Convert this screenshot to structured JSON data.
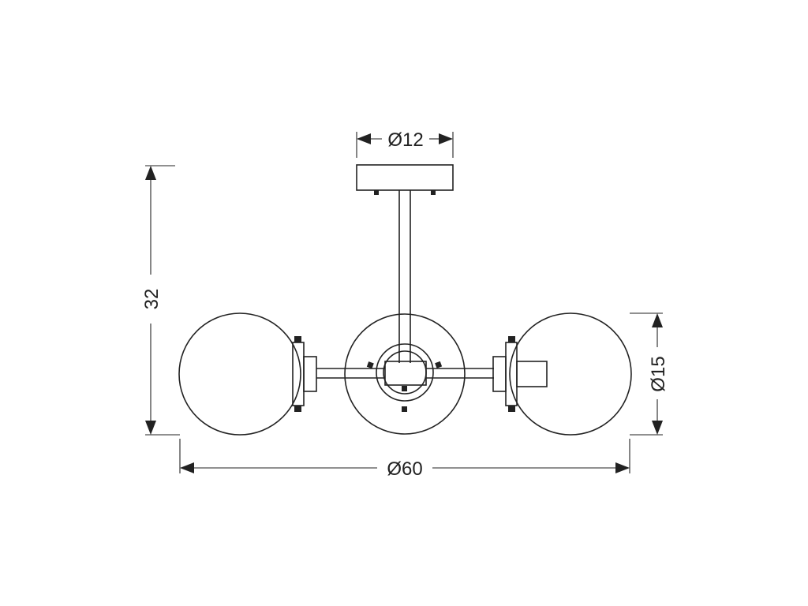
{
  "dimensions": {
    "canopy_diameter": "Ø12",
    "height": "32",
    "globe_diameter": "Ø15",
    "overall_diameter": "Ø60"
  },
  "colors": {
    "line": "#222222",
    "background": "#ffffff"
  }
}
